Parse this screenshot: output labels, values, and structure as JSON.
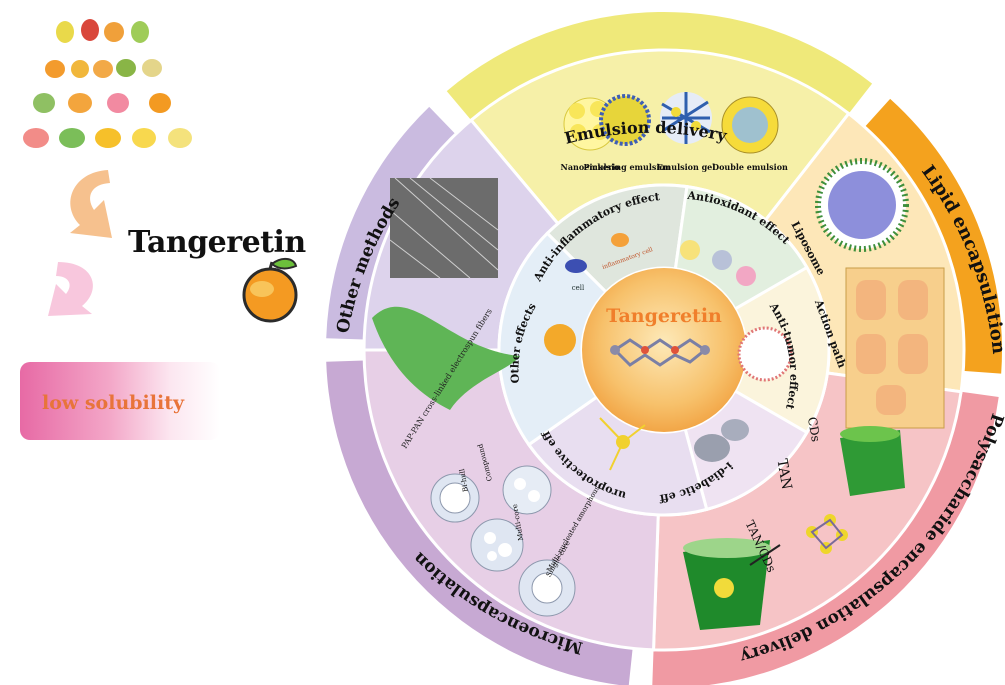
{
  "left_panel": {
    "title": "Tangeretin",
    "solubility_label": "low solubility"
  },
  "outer_ring": {
    "emulsion": "Emulsion delivery",
    "lipid": "Lipid encapsulation",
    "polysaccharide": "Polysaccharide encapsulation delivery",
    "micro": "Microencapsulation",
    "other": "Other methods"
  },
  "middle_ring": {
    "emulsions": [
      "Nanoemulsio",
      "Pickering emulsion",
      "Emulsion gel",
      "Double emulsion"
    ],
    "liposome": "Liposome",
    "action_path": "Action path",
    "cds": "CDs",
    "tan": "TAN",
    "tancds": "TAN/CDs",
    "fiber_label": "PAP-PAN cross-linked electrospun fibers",
    "micro_types": [
      "Compound",
      "Bi-hull",
      "Multi-core",
      "Single-core",
      "Multi-nucleated amorphous"
    ]
  },
  "inner_ring": {
    "anti_inflammatory": "Anti-inflammatory effect",
    "cell": "cell",
    "inflammatory_cell": "inflammatory cell",
    "antioxidant": "Antioxidant effect",
    "anti_tumor": "Anti-tumor effect",
    "anti_diabetic": "Anti-diabetic effect",
    "neuroprotective": "Neuroprotective effect",
    "other_effects": "Other effects"
  },
  "center": {
    "title": "Tangeretin"
  },
  "colors": {
    "emulsion": "#f6f0a8",
    "lipid": "#fde7b8",
    "polysaccharide": "#f6c4c6",
    "micro": "#e7cfe6",
    "other": "#ddd3ec",
    "ring_emulsion": "#efe97a",
    "ring_lipid": "#f4a21e",
    "ring_poly": "#f09aa3",
    "ring_micro": "#c7a9d3",
    "ring_other": "#cabbe0",
    "center_orange": "#f4b24a",
    "title_orange": "#f07f2b"
  }
}
